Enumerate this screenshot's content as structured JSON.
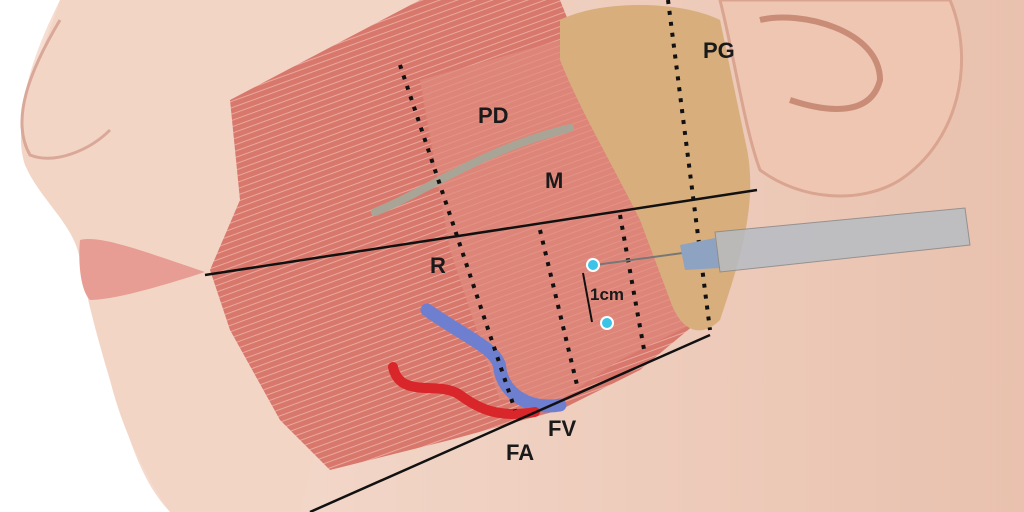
{
  "labels": {
    "pd": "PD",
    "m": "M",
    "pg": "PG",
    "r": "R",
    "distance": "1cm",
    "fv": "FV",
    "fa": "FA"
  },
  "colors": {
    "skin": "#efcdbd",
    "muscle": "#d8786c",
    "gland": "#d8ae7c",
    "vein": "#6f7fd0",
    "artery": "#d8262a",
    "nerve": "#a9a596",
    "injection_point": "#3cc3e8"
  }
}
